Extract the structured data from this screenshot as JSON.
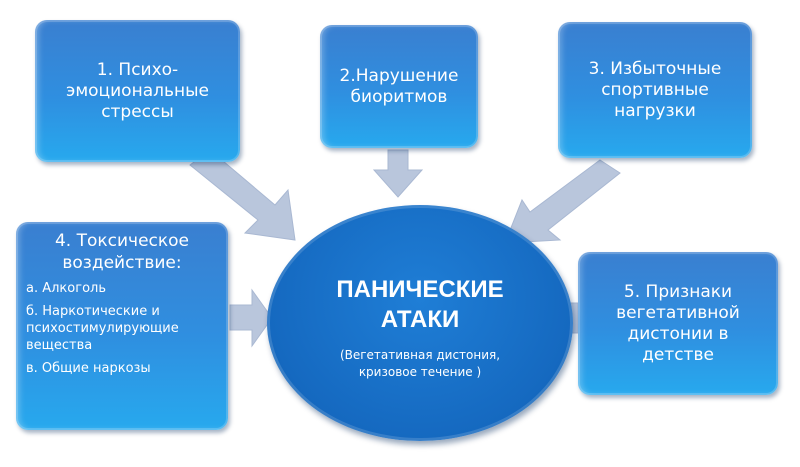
{
  "colors": {
    "box": "#2f8fe0",
    "circle": "#1569c0",
    "arrow": "#b9c6dc",
    "text": "#ffffff"
  },
  "center": {
    "title_line1": "ПАНИЧЕСКИЕ",
    "title_line2": "АТАКИ",
    "subtitle_line1": "(Вегетативная дистония,",
    "subtitle_line2": "кризовое течение )"
  },
  "boxes": [
    {
      "lines": [
        "1. Психо-",
        "эмоциональные",
        "стрессы"
      ]
    },
    {
      "lines": [
        "2.Нарушение",
        "биоритмов"
      ]
    },
    {
      "lines": [
        "3. Избыточные",
        "спортивные",
        "нагрузки"
      ]
    },
    {
      "heading": [
        "4. Токсическое",
        "воздействие:"
      ],
      "items": [
        "а. Алкоголь",
        "б. Наркотические и психостимулирующие вещества",
        "в. Общие наркозы"
      ]
    },
    {
      "lines": [
        "5. Признаки",
        "вегетативной",
        "дистонии в",
        "детстве"
      ]
    }
  ]
}
